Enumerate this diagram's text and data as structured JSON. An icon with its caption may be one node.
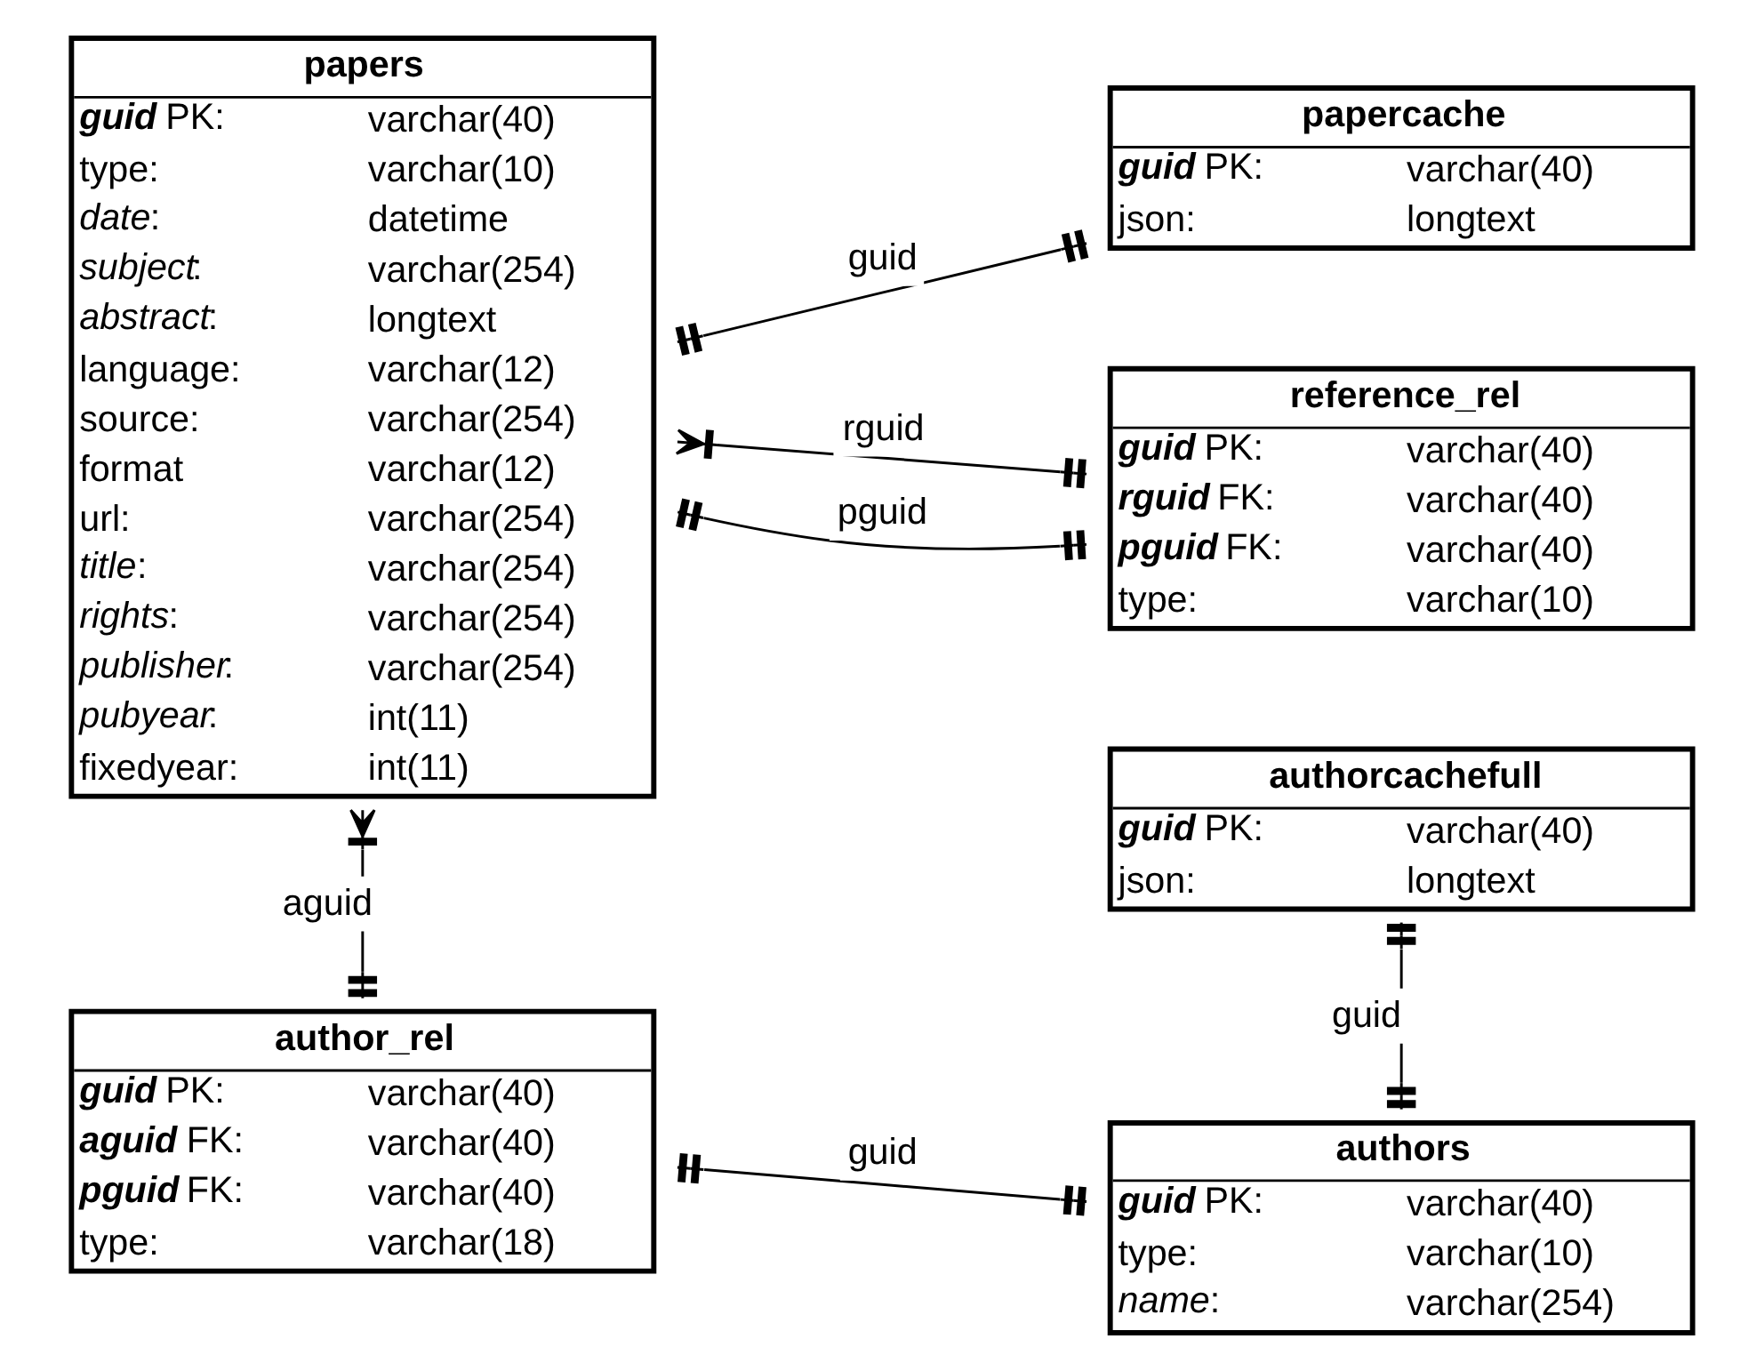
{
  "diagram": {
    "nodes": [
      {
        "text": [
          "papers",
          "**guid** PK:",
          "varchar(40)",
          "type:",
          "varchar(10)",
          "*date*:",
          "datetime",
          "*subject*:",
          "varchar(254)",
          "*abstract*:",
          "longtext",
          "language:",
          "varchar(12)",
          "source:",
          "varchar(254)",
          "format",
          "varchar(12)",
          "url:",
          "varchar(254)",
          "*title*:",
          "varchar(254)",
          "*rights*:",
          "varchar(254)",
          "*publisher*:",
          "varchar(254)",
          "*pubyear*:",
          "int(11)",
          "fixedyear:",
          "int(11)"
        ]
      },
      {
        "text": [
          "papercache",
          "**guid** PK:",
          "varchar(40)",
          "json:",
          "longtext"
        ]
      },
      {
        "text": [
          "reference_rel",
          "**guid** PK:",
          "varchar(40)",
          "**rguid** FK:",
          "varchar(40)",
          "**pguid** FK:",
          "varchar(40)",
          "type:",
          "varchar(10)"
        ]
      },
      {
        "text": [
          "authorcachefull",
          "**guid** PK:",
          "varchar(40)",
          "json:",
          "longtext"
        ]
      },
      {
        "text": [
          "author_rel",
          "**guid** PK:",
          "varchar(40)",
          "**aguid** FK:",
          "varchar(40)",
          "**pguid** FK:",
          "varchar(40)",
          "type:",
          "varchar(18)"
        ]
      },
      {
        "text": [
          "authors",
          "**guid** PK:",
          "varchar(40)",
          "type:",
          "varchar(10)",
          "*name*:",
          "varchar(254)"
        ]
      }
    ],
    "edges": [
      {
        "from": 0,
        "to": 1,
        "arrow": "other",
        "label": "guid"
      },
      {
        "from": 0,
        "to": 2,
        "arrow": "other",
        "label": "rguid"
      },
      {
        "from": 0,
        "to": 2,
        "arrow": "other",
        "label": "pguid"
      },
      {
        "from": 0,
        "to": 4,
        "arrow": "other",
        "label": "aguid"
      },
      {
        "from": 3,
        "to": 5,
        "arrow": "other",
        "label": "guid"
      },
      {
        "from": 4,
        "to": 5,
        "arrow": "other",
        "label": "guid"
      }
    ]
  }
}
